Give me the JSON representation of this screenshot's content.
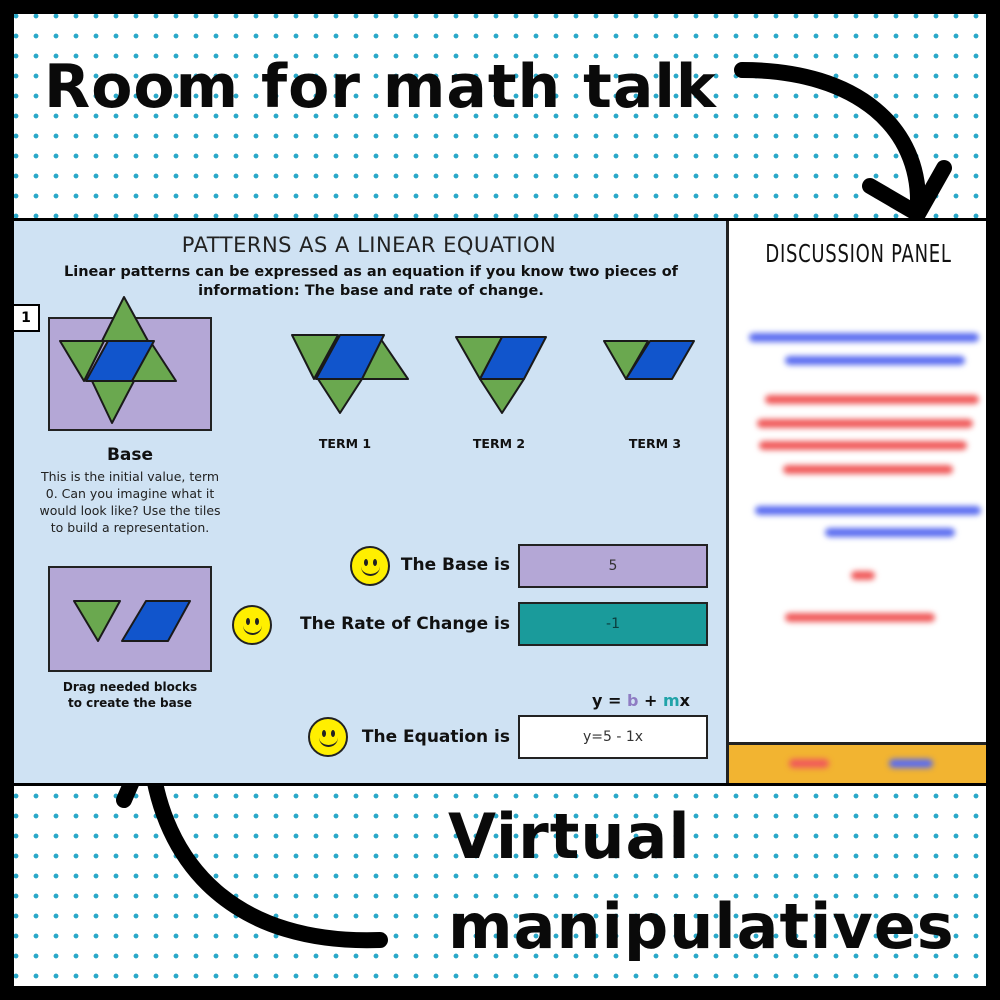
{
  "captions": {
    "top": "Room for math talk",
    "bottom_line1": "Virtual",
    "bottom_line2": "manipulatives"
  },
  "slide": {
    "title": "PATTERNS AS A LINEAR EQUATION",
    "subtitle": "Linear patterns can be expressed as an equation if you know two pieces of information: The base and rate of change.",
    "number": "1",
    "base_label": "Base",
    "base_description": "This is the initial value, term 0. Can you imagine what it would look like? Use the tiles to build a representation.",
    "drag_note": "Drag needed blocks to create the base",
    "terms": [
      "TERM 1",
      "TERM 2",
      "TERM 3"
    ],
    "base_row": {
      "label": "The Base is",
      "value": "5"
    },
    "rate_row": {
      "label": "The Rate of Change is",
      "value": "-1"
    },
    "equation_formula": {
      "prefix": "y = ",
      "b": "b",
      "plus": " + ",
      "m": "m",
      "x": "x"
    },
    "equation_row": {
      "label": "The Equation is",
      "value": "y=5 - 1x"
    }
  },
  "panel": {
    "title": "DISCUSSION PANEL"
  },
  "colors": {
    "dot_pattern": "#2aa8c8",
    "slide_bg": "#cfe2f3",
    "base_box": "#b4a7d6",
    "rate_box": "#1a9b9b",
    "equation_box": "#ffffff",
    "triangle": "#6aa84f",
    "rhombus": "#1155cc",
    "smiley": "#ffef00",
    "panel_footer": "#f2b431",
    "blur_blue": "#5a6cf0",
    "blur_red": "#f05a5a"
  },
  "icons": {
    "smiley": "smiley-face-icon",
    "arrow_top": "curved-arrow-icon",
    "arrow_bottom": "curved-arrow-icon"
  }
}
